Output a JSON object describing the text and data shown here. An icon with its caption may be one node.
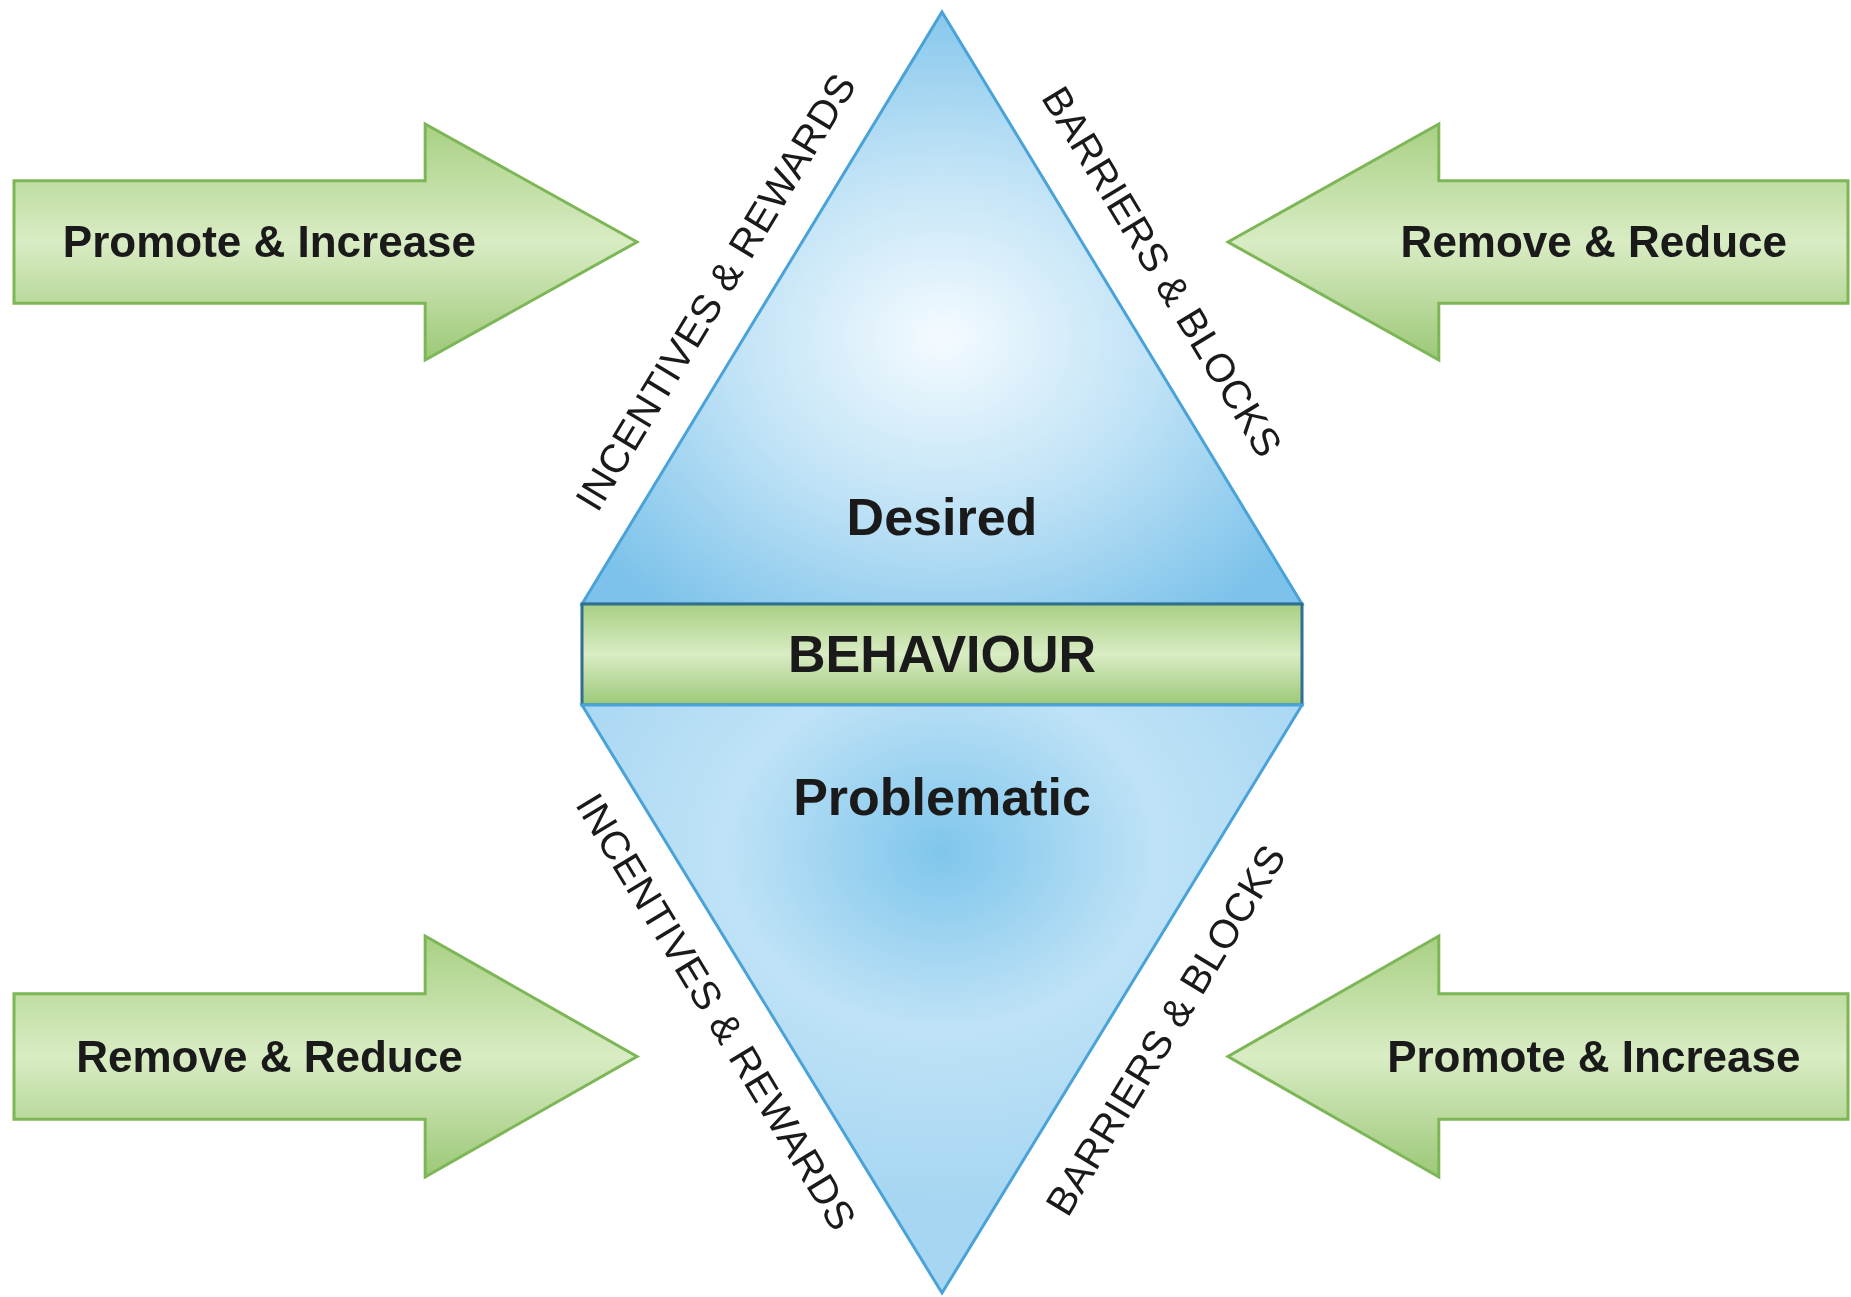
{
  "diagram": {
    "nodes": [
      {
        "text": [
          "Promote & Increase"
        ]
      },
      {
        "text": [
          "Remove & Reduce"
        ]
      },
      {
        "text": [
          "Desired"
        ]
      },
      {
        "text": [
          "BEHAVIOUR"
        ]
      },
      {
        "text": [
          "Problematic"
        ]
      },
      {
        "text": [
          "Remove & Reduce"
        ]
      },
      {
        "text": [
          "Promote & Increase"
        ]
      }
    ],
    "labels": [
      "INCENTIVES & REWARDS",
      "BARRIERS & BLOCKS",
      "INCENTIVES & REWARDS",
      "BARRIERS & BLOCKS"
    ]
  }
}
